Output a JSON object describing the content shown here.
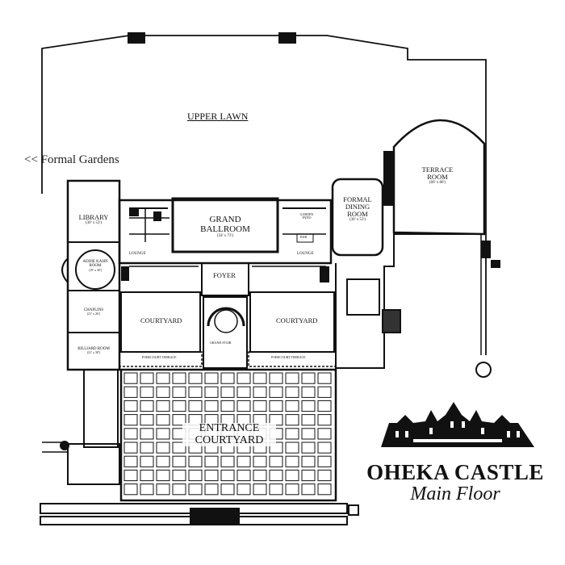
{
  "brand": {
    "title": "OHEKA CASTLE",
    "subtitle": "Main Floor"
  },
  "areas": {
    "upper_lawn": "UPPER LAWN",
    "formal_gardens": "<< Formal Gardens",
    "terrace_room": {
      "name": "TERRACE ROOM",
      "dims": "(66' x 86')"
    },
    "formal_dining": {
      "name": "FORMAL DINING ROOM",
      "dims": "(30' x 53')"
    },
    "grand_ballroom": {
      "name": "GRAND BALLROOM",
      "dims": "(34' x 73')"
    },
    "garden_patio": "GARDEN PATIO",
    "bar": "BAR",
    "library": {
      "name": "LIBRARY",
      "dims": "(30' x 53')"
    },
    "addie_kahn": {
      "name": "ADDIE KAHN ROOM",
      "dims": "(19' x 30')"
    },
    "chaplins": {
      "name": "CHAPLINS",
      "dims": "(21' x 26')"
    },
    "billiard": {
      "name": "BILLIARD ROOM",
      "dims": "(21' x 30')"
    },
    "lounge_left": "LOUNGE",
    "lounge_right": "LOUNGE",
    "foyer": "FOYER",
    "courtyard_left": "COURTYARD",
    "courtyard_right": "COURTYARD",
    "grand_stair": "GRAND STAIR",
    "forecourt_left": "FORECOURT TERRACE",
    "forecourt_right": "FORECOURT TERRACE",
    "entrance_courtyard": "ENTRANCE COURTYARD"
  },
  "colors": {
    "ink": "#111111",
    "paper": "#ffffff"
  }
}
